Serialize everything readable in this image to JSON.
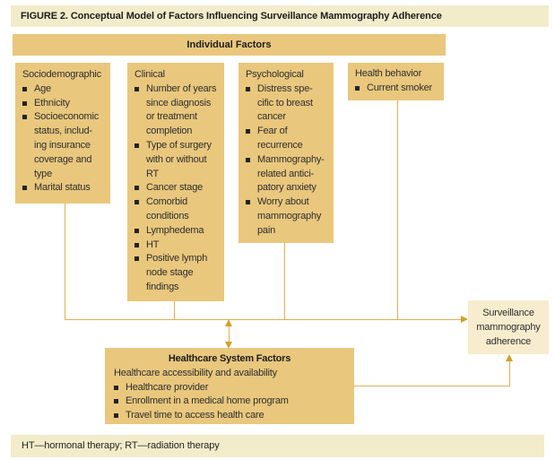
{
  "colors": {
    "gold": "#e9c77d",
    "cream": "#f3ecca",
    "outcome": "#f8ecce",
    "line": "#ddb054",
    "arrow": "#d2a02a"
  },
  "figure_title": "FIGURE 2. Conceptual Model of Factors Influencing Surveillance Mammography Adherence",
  "individual_factors": {
    "label": "Individual Factors",
    "boxes": [
      {
        "header": "Sociodemographic",
        "items": [
          "Age",
          "Ethnicity",
          "Socioeconomic\nstatus, includ-\ning insurance\ncoverage and\ntype",
          "Marital status"
        ]
      },
      {
        "header": "Clinical",
        "items": [
          "Number of years\nsince diagnosis\nor treatment\ncompletion",
          "Type of surgery\nwith or without\nRT",
          "Cancer stage",
          "Comorbid\nconditions",
          "Lymphedema",
          "HT",
          "Positive lymph\nnode stage\nfindings"
        ]
      },
      {
        "header": "Psychological",
        "items": [
          "Distress spe-\ncific to breast\ncancer",
          "Fear of\nrecurrence",
          "Mammography-\nrelated antici-\npatory anxiety",
          "Worry about\nmammography\npain"
        ]
      },
      {
        "header": "Health behavior",
        "items": [
          "Current smoker"
        ]
      }
    ]
  },
  "healthcare_system_factors": {
    "title": "Healthcare System Factors",
    "subtitle": "Healthcare accessibility and availability",
    "items": [
      "Healthcare provider",
      "Enrollment in a medical home program",
      "Travel time to access health care"
    ]
  },
  "outcome": {
    "label": "Surveillance\nmammography\nadherence"
  },
  "footnote": "HT—hormonal therapy; RT—radiation therapy"
}
